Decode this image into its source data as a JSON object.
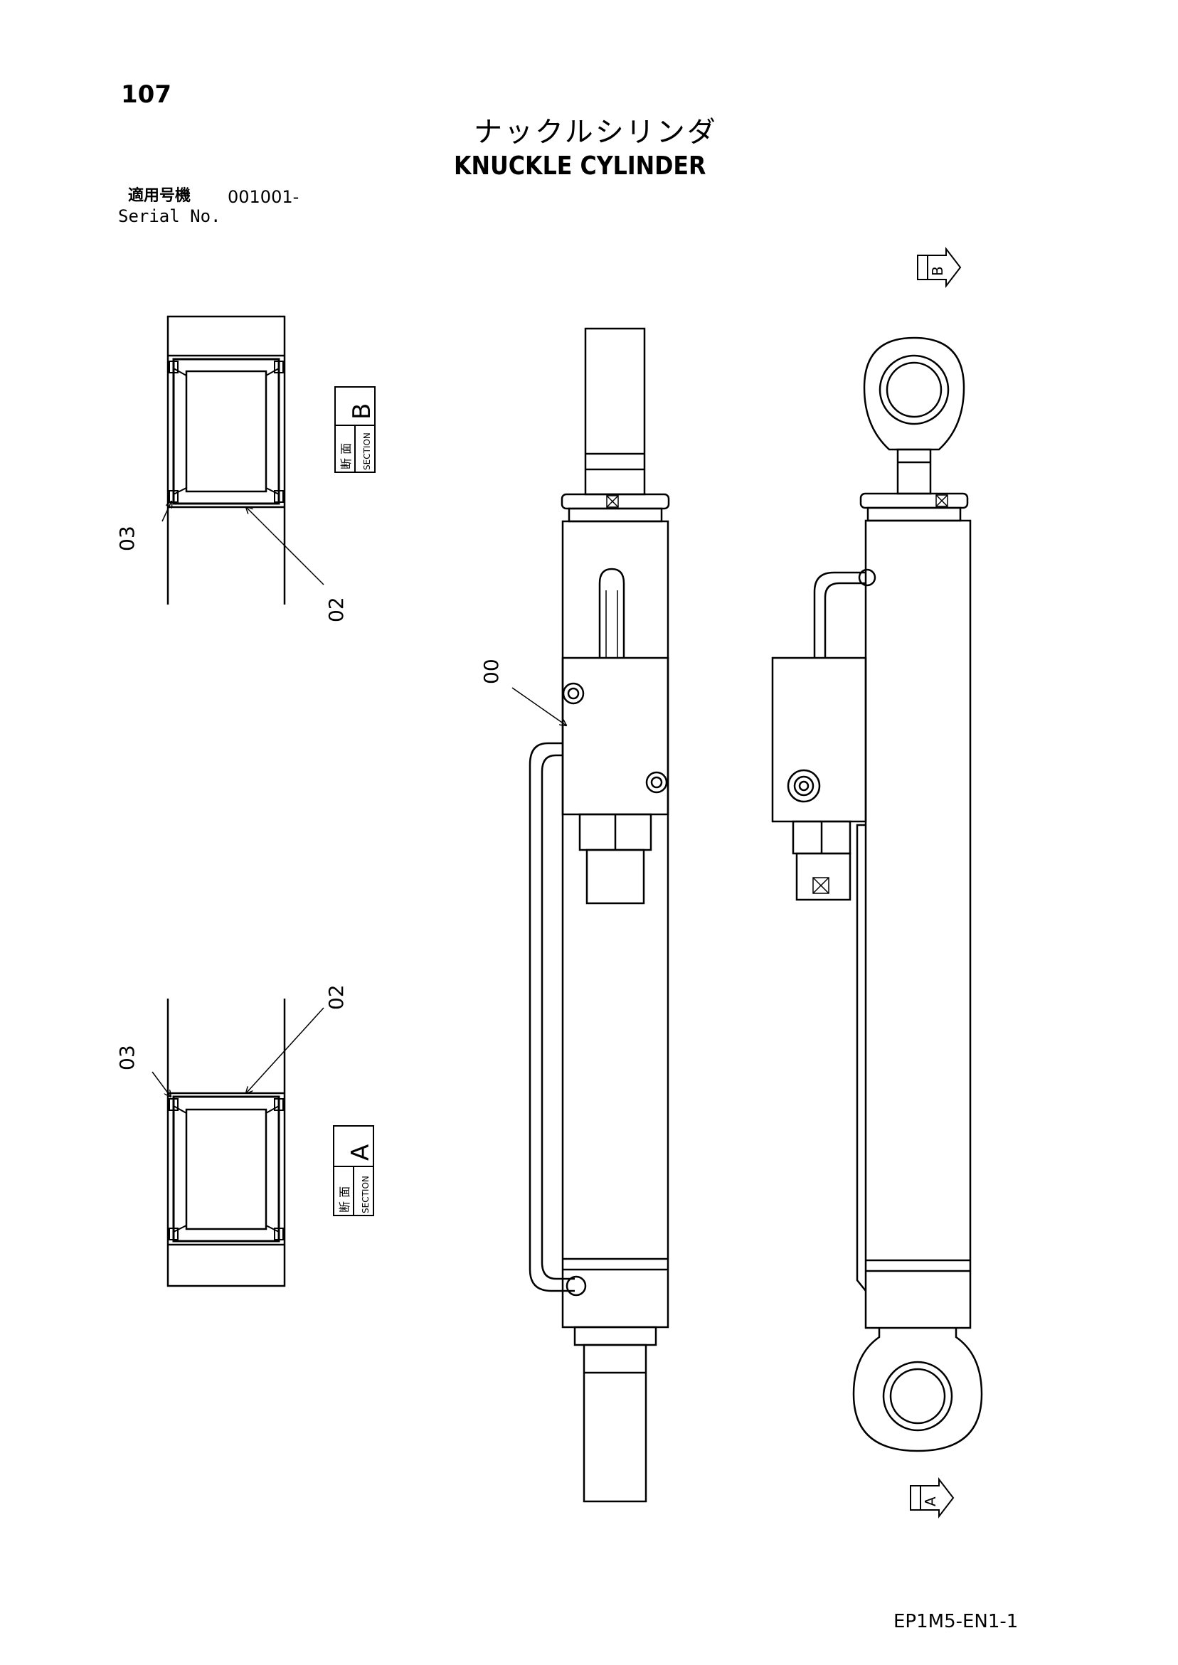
{
  "header": {
    "page_number": "107",
    "title_jp": "ナックルシリンダ",
    "title_en": "KNUCKLE CYLINDER",
    "serial_label_jp": "適用号機",
    "serial_value": "001001-",
    "serial_label_en": "Serial No."
  },
  "section_b": {
    "section_jp": "断 面",
    "section_en": "SECTION",
    "letter": "B",
    "labels": {
      "part_03": "03",
      "part_02": "02"
    }
  },
  "section_a": {
    "section_jp": "断 面",
    "section_en": "SECTION",
    "letter": "A",
    "labels": {
      "part_03": "03",
      "part_02": "02"
    }
  },
  "cylinder": {
    "part_00": "00",
    "view_marker_b": "B",
    "view_marker_a": "A"
  },
  "footer": {
    "doc_code": "EP1M5-EN1-1"
  }
}
